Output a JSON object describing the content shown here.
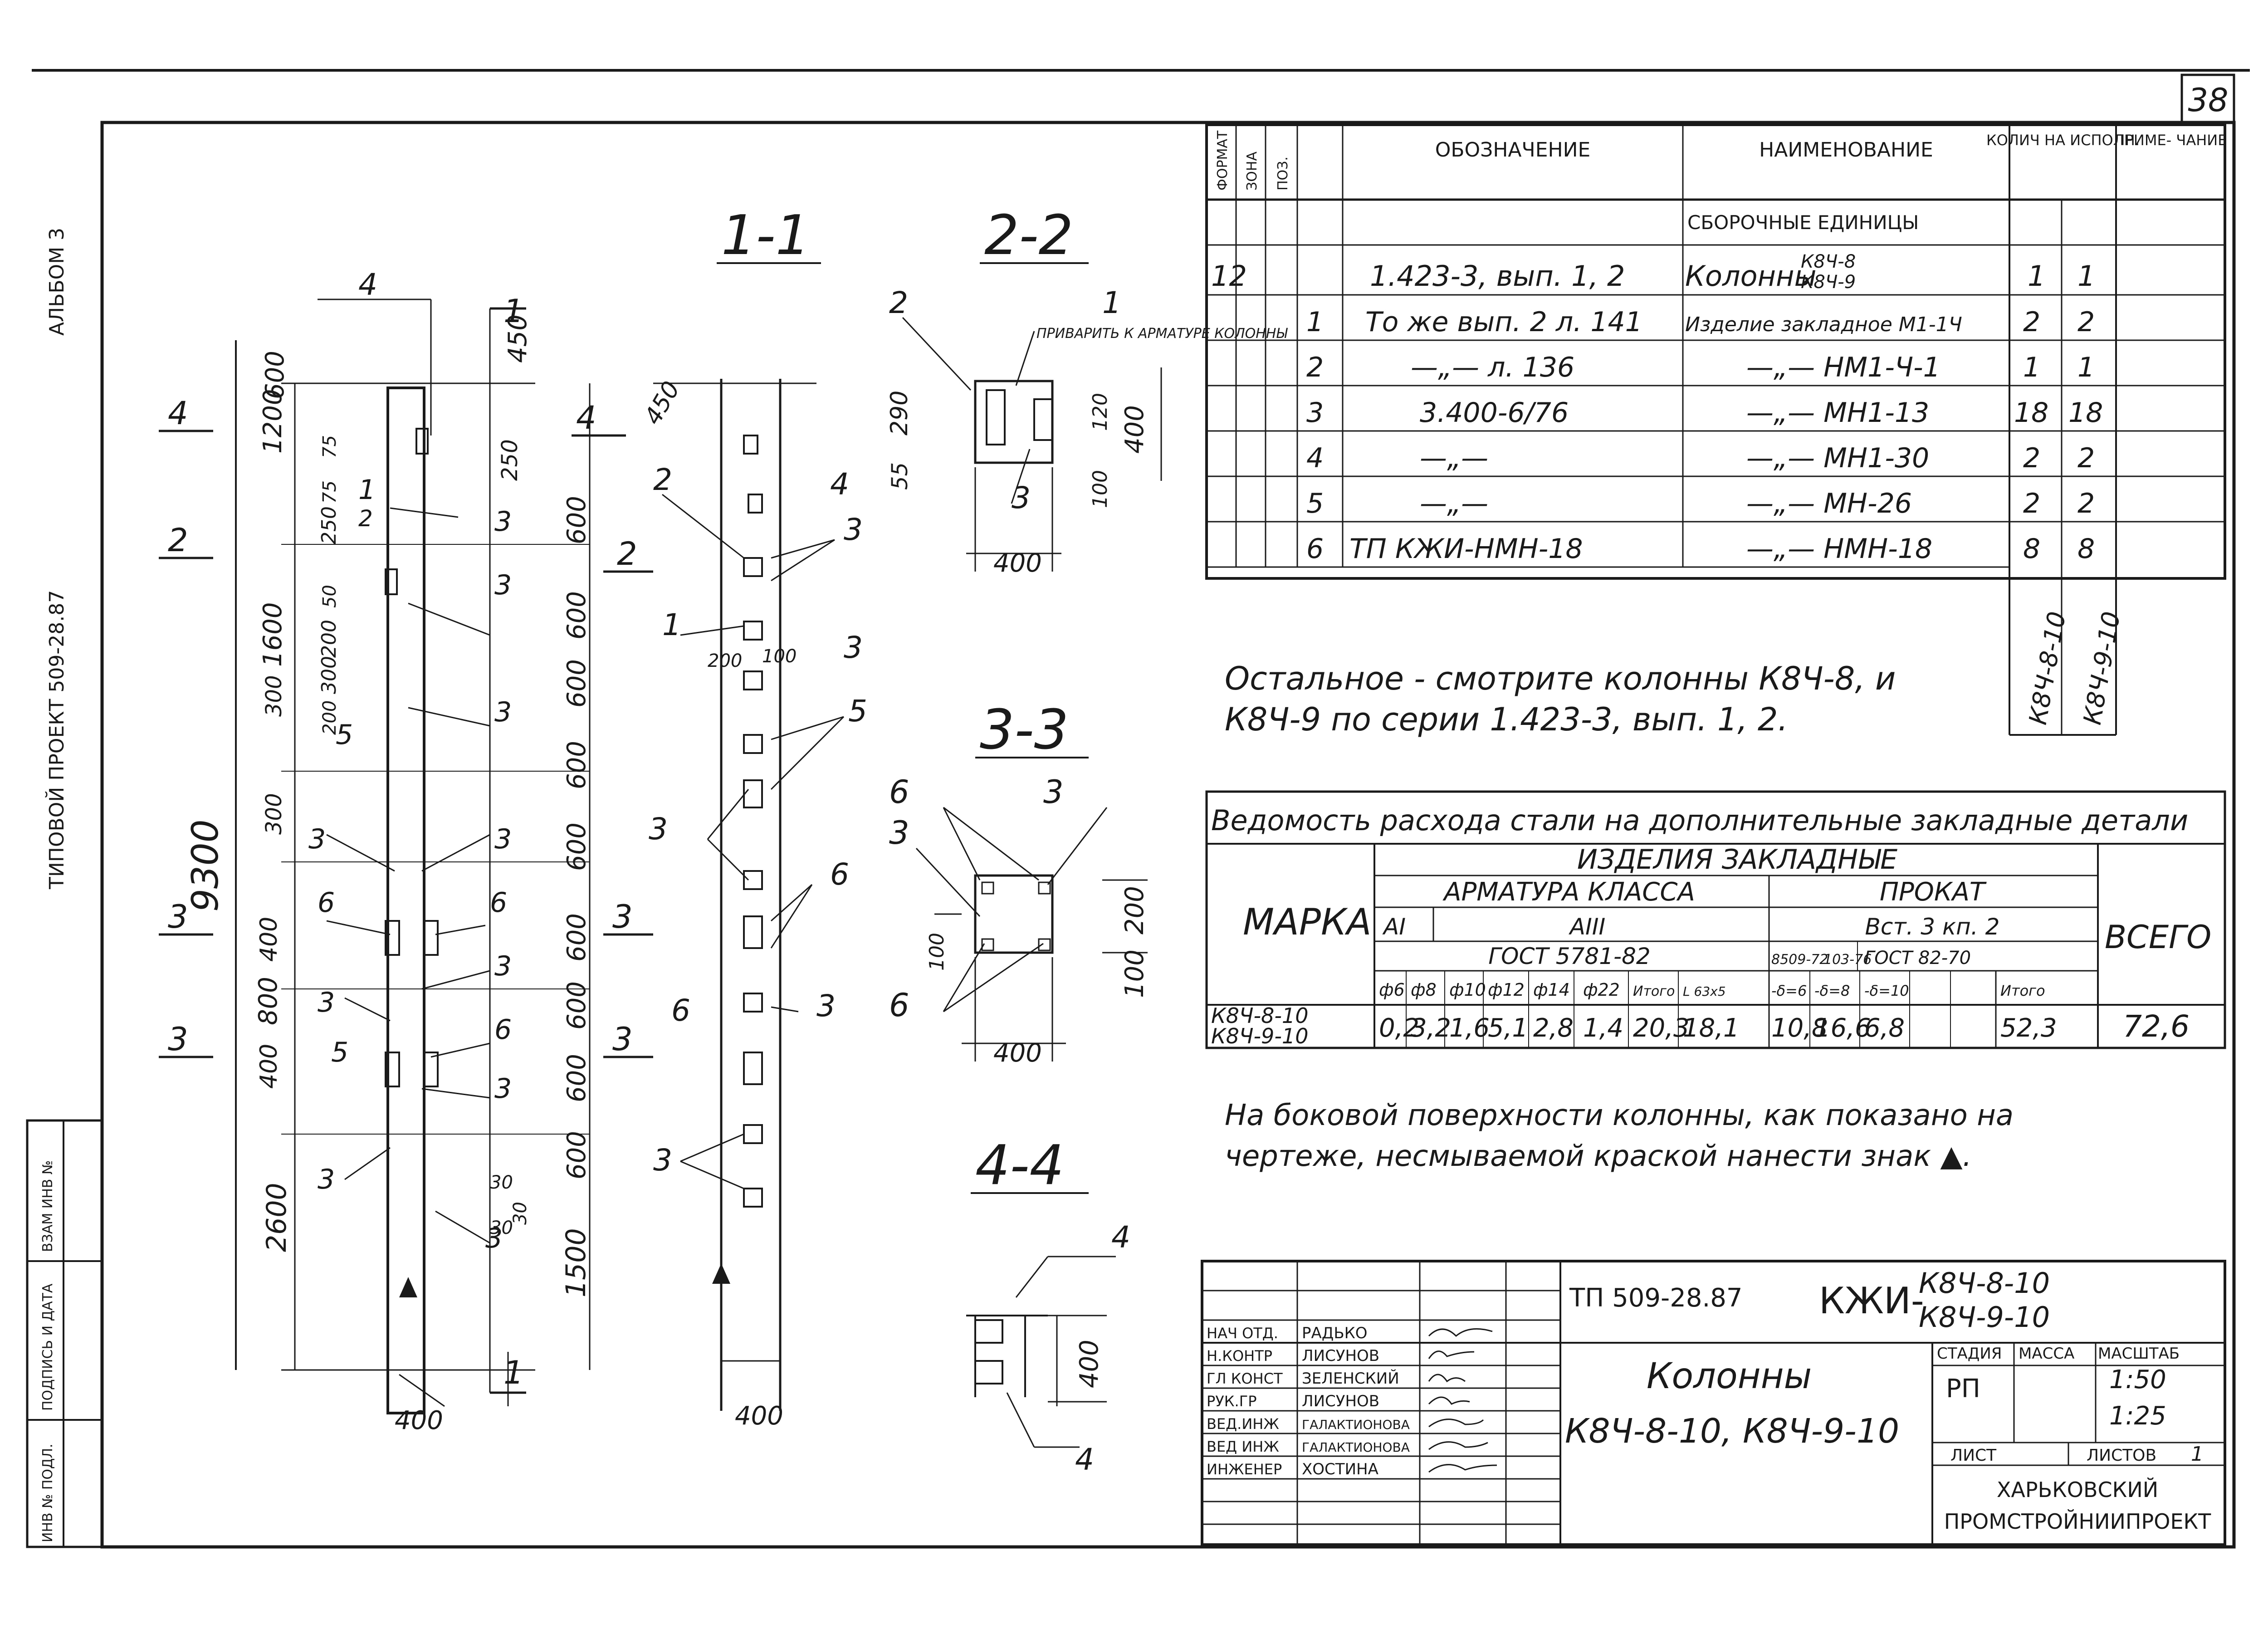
{
  "sheet_number": "38",
  "side_labels": {
    "album": "АЛЬБОМ 3",
    "project": "ТИПОВОЙ ПРОЕКТ 509-28.87"
  },
  "side_stamp": [
    "ИНВ № ПОДЛ.",
    "ПОДПИСЬ И ДАТА",
    "ВЗАМ ИНВ №"
  ],
  "section_titles": [
    "1-1",
    "2-2",
    "3-3",
    "4-4"
  ],
  "elevation": {
    "total_height": "9300",
    "left_dims": [
      "600",
      "1200",
      "1600",
      "300",
      "300",
      "400",
      "800",
      "400",
      "2600"
    ],
    "right_dims": [
      "450",
      "250",
      "600",
      "600",
      "600",
      "600",
      "600",
      "600",
      "600",
      "600",
      "600",
      "1500"
    ],
    "small_dims": [
      "75",
      "75",
      "250",
      "50",
      "200",
      "300",
      "200",
      "30",
      "30",
      "30"
    ],
    "width": "400",
    "section_marks": [
      "1",
      "1",
      "4",
      "4",
      "2",
      "2",
      "3",
      "3",
      "3",
      "3"
    ],
    "callouts": [
      "4",
      "1",
      "2",
      "3",
      "3",
      "3",
      "5",
      "3",
      "3",
      "6",
      "6",
      "3",
      "5",
      "6",
      "3",
      "3",
      "3",
      "3"
    ]
  },
  "section_1_1": {
    "dims": [
      "450",
      "200",
      "100",
      "400"
    ],
    "callouts": [
      "2",
      "4",
      "3",
      "1",
      "3",
      "5",
      "3",
      "6",
      "6",
      "3",
      "3"
    ]
  },
  "section_2_2": {
    "note": "ПРИВАРИТЬ К АРМАТУРЕ КОЛОННЫ",
    "dims": [
      "290",
      "55",
      "120",
      "400",
      "100",
      "400"
    ],
    "callouts": [
      "2",
      "1",
      "3"
    ]
  },
  "section_3_3": {
    "dims": [
      "200",
      "100",
      "100",
      "400"
    ],
    "callouts": [
      "6",
      "3",
      "3",
      "6"
    ]
  },
  "section_4_4": {
    "dims": [
      "400"
    ],
    "callouts": [
      "4",
      "4"
    ]
  },
  "spec_table": {
    "headers": [
      "ФОРМАТ",
      "ЗОНА",
      "ПОЗ.",
      "ОБОЗНАЧЕНИЕ",
      "НАИМЕНОВАНИЕ",
      "КОЛИЧ НА ИСПОЛН.",
      "ПРИМЕ- ЧАНИЕ"
    ],
    "section_header": "СБОРОЧНЫЕ ЕДИНИЦЫ",
    "rows": [
      {
        "format": "12",
        "pos": "",
        "designation": "1.423-3, вып. 1, 2",
        "name": "Колонны",
        "name_marks": [
          "К8Ч-8",
          "К8Ч-9"
        ],
        "q1": "1",
        "q2": "1"
      },
      {
        "format": "",
        "pos": "1",
        "designation": "То же вып. 2 л. 141",
        "name": "Изделие закладное М1-1Ч",
        "q1": "2",
        "q2": "2"
      },
      {
        "format": "",
        "pos": "2",
        "designation": "—„— л. 136",
        "name": "—„— НМ1-Ч-1",
        "q1": "1",
        "q2": "1"
      },
      {
        "format": "",
        "pos": "3",
        "designation": "3.400-6/76",
        "name": "—„— МН1-13",
        "q1": "18",
        "q2": "18"
      },
      {
        "format": "",
        "pos": "4",
        "designation": "—„—",
        "name": "—„— МН1-30",
        "q1": "2",
        "q2": "2"
      },
      {
        "format": "",
        "pos": "5",
        "designation": "—„—",
        "name": "—„— МН-26",
        "q1": "2",
        "q2": "2"
      },
      {
        "format": "",
        "pos": "6",
        "designation": "ТП КЖИ-НМН-18",
        "name": "—„— НМН-18",
        "q1": "8",
        "q2": "8"
      }
    ],
    "variant_labels": [
      "К8Ч-8-10",
      "К8Ч-9-10"
    ]
  },
  "note_rest": [
    "Остальное - смотрите колонны К8Ч-8, и",
    "К8Ч-9 по серии 1.423-3, вып. 1, 2."
  ],
  "steel_table": {
    "title": "Ведомость расхода стали на дополнительные закладные детали",
    "col_marka": "МАРКА",
    "group": "ИЗДЕЛИЯ ЗАКЛАДНЫЕ",
    "armatura": "АРМАТУРА КЛАССА",
    "prokat": "ПРОКАТ",
    "class_ai": "АI",
    "class_aiii": "АIII",
    "vst": "Вст. 3 кп. 2",
    "gost_arm": "ГОСТ 5781-82",
    "gost_prokat_a": "8509-72",
    "gost_prokat_b": "103-76",
    "gost_prokat_c": "ГОСТ 82-70",
    "total": "ВСЕГО",
    "sub_headers": [
      "ф6",
      "ф8",
      "ф10",
      "ф12",
      "ф14",
      "ф22",
      "Итого",
      "L 63x5",
      "-δ=6",
      "-δ=8",
      "-δ=10",
      "Итого"
    ],
    "row_marks": [
      "К8Ч-8-10",
      "К8Ч-9-10"
    ],
    "values": [
      "0,2",
      "3,2",
      "1,6",
      "5,1",
      "2,8",
      "1,4",
      "20,3",
      "18,1",
      "10,8",
      "16,6",
      "6,8",
      "52,3",
      "72,6"
    ]
  },
  "note_side": [
    "На боковой поверхности колонны, как показано на",
    "чертеже, несмываемой краской нанести знак ▲."
  ],
  "title_block": {
    "project_code": "ТП 509-28.87",
    "doc_prefix": "КЖИ-",
    "doc_marks": [
      "К8Ч-8-10",
      "К8Ч-9-10"
    ],
    "name_line1": "Колонны",
    "name_line2": "К8Ч-8-10, К8Ч-9-10",
    "roles": [
      "НАЧ ОТД.",
      "Н.КОНТР",
      "ГЛ КОНСТ",
      "РУК.ГР",
      "ВЕД.ИНЖ",
      "ВЕД ИНЖ",
      "ИНЖЕНЕР"
    ],
    "people": [
      "РАДЬКО",
      "ЛИСУНОВ",
      "ЗЕЛЕНСКИЙ",
      "ЛИСУНОВ",
      "ГАЛАКТИОНОВА",
      "ГАЛАКТИОНОВА",
      "ХОСТИНА"
    ],
    "stage_header": "СТАДИЯ",
    "mass_header": "МАССА",
    "scale_header": "МАСШТАБ",
    "stage": "РП",
    "scale_1": "1:50",
    "scale_2": "1:25",
    "sheet_label": "ЛИСТ",
    "sheets_label": "ЛИСТОВ",
    "sheets_total": "1",
    "org_1": "ХАРЬКОВСКИЙ",
    "org_2": "ПРОМСТРОЙНИИПРОЕКТ"
  }
}
